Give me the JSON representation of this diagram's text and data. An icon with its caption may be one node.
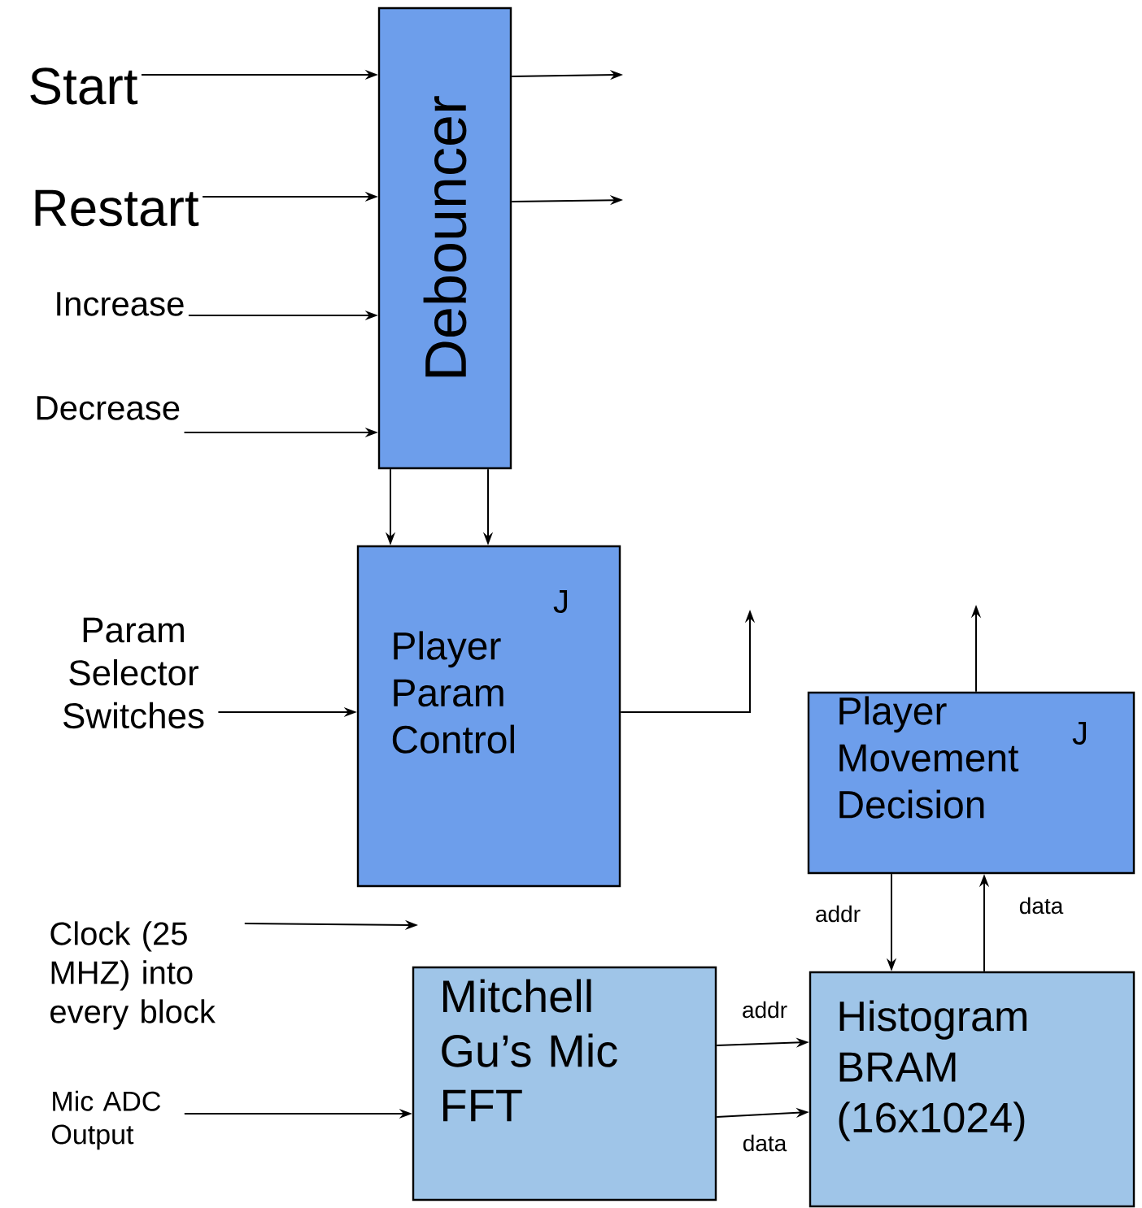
{
  "diagram": {
    "nodes": [
      {
        "text": [
          "Debouncer"
        ]
      },
      {
        "text": [
          "J",
          "Player Param Control"
        ]
      },
      {
        "text": [
          "Player Movement Decision",
          "J"
        ]
      },
      {
        "text": [
          "Mitchell Gu’s Mic FFT"
        ]
      },
      {
        "text": [
          "Histogram BRAM (16x1024)"
        ]
      },
      {
        "text": [
          "Start"
        ]
      },
      {
        "text": [
          "Restart"
        ]
      },
      {
        "text": [
          "Increase"
        ]
      },
      {
        "text": [
          "Decrease"
        ]
      },
      {
        "text": [
          "Param Selector Switches"
        ]
      },
      {
        "text": [
          "Clock (25 MHZ) into every block"
        ]
      },
      {
        "text": [
          "Mic ADC Output"
        ]
      }
    ],
    "edges": [
      {
        "from": 5,
        "to": 0,
        "arrow": "to"
      },
      {
        "from": 6,
        "to": 0,
        "arrow": "to"
      },
      {
        "from": 7,
        "to": 0,
        "arrow": "to"
      },
      {
        "from": 8,
        "to": 0,
        "arrow": "to"
      },
      {
        "from": 0,
        "to": null,
        "arrow": "to"
      },
      {
        "from": 0,
        "to": null,
        "arrow": "to"
      },
      {
        "from": 0,
        "to": 1,
        "arrow": "to"
      },
      {
        "from": 0,
        "to": 1,
        "arrow": "to"
      },
      {
        "from": 9,
        "to": 1,
        "arrow": "to"
      },
      {
        "from": 1,
        "to": null,
        "arrow": "to"
      },
      {
        "from": 2,
        "to": null,
        "arrow": "to"
      },
      {
        "from": 10,
        "to": null,
        "arrow": "to"
      },
      {
        "from": 11,
        "to": 3,
        "arrow": "to"
      },
      {
        "from": 3,
        "to": 4,
        "label": "addr",
        "arrow": "to"
      },
      {
        "from": 3,
        "to": 4,
        "label": "data",
        "arrow": "to"
      },
      {
        "from": 2,
        "to": 4,
        "label": "addr",
        "arrow": "to"
      },
      {
        "from": 4,
        "to": 2,
        "label": "data",
        "arrow": "to"
      }
    ]
  }
}
